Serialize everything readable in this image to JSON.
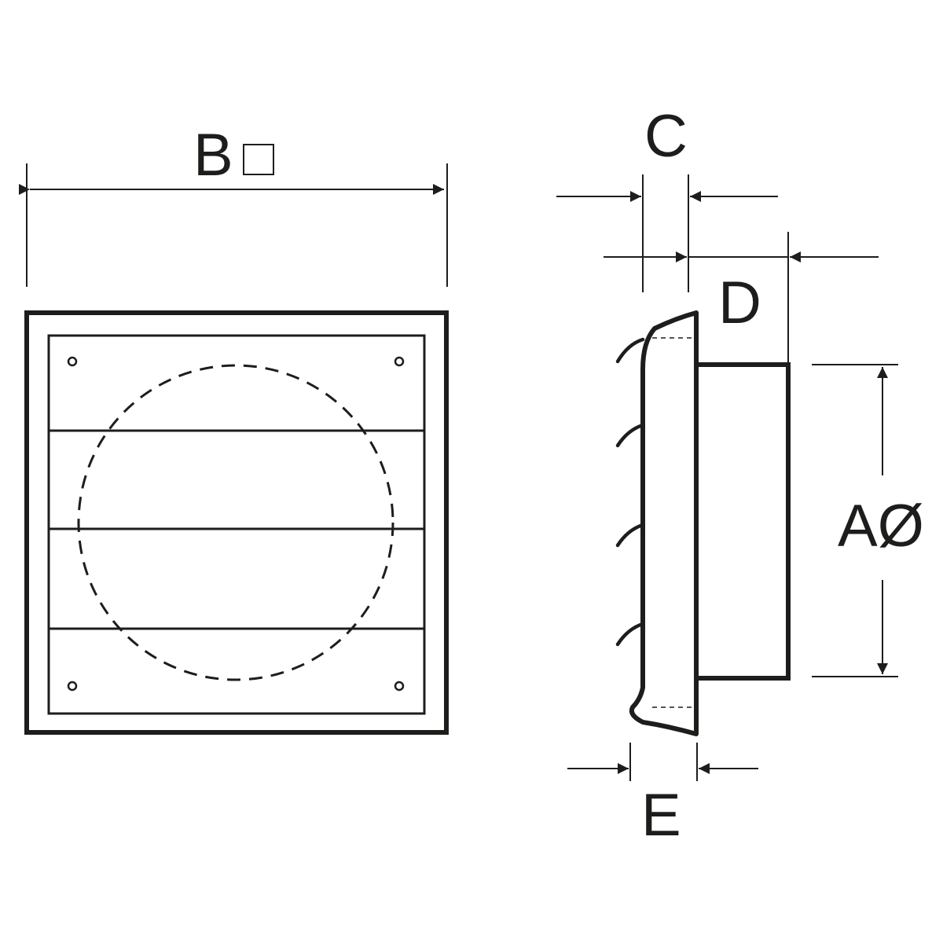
{
  "labels": {
    "b": "B",
    "c": "C",
    "d": "D",
    "a": "AØ",
    "e": "E"
  },
  "colors": {
    "line": "#1d1d1b",
    "background": "#ffffff"
  }
}
